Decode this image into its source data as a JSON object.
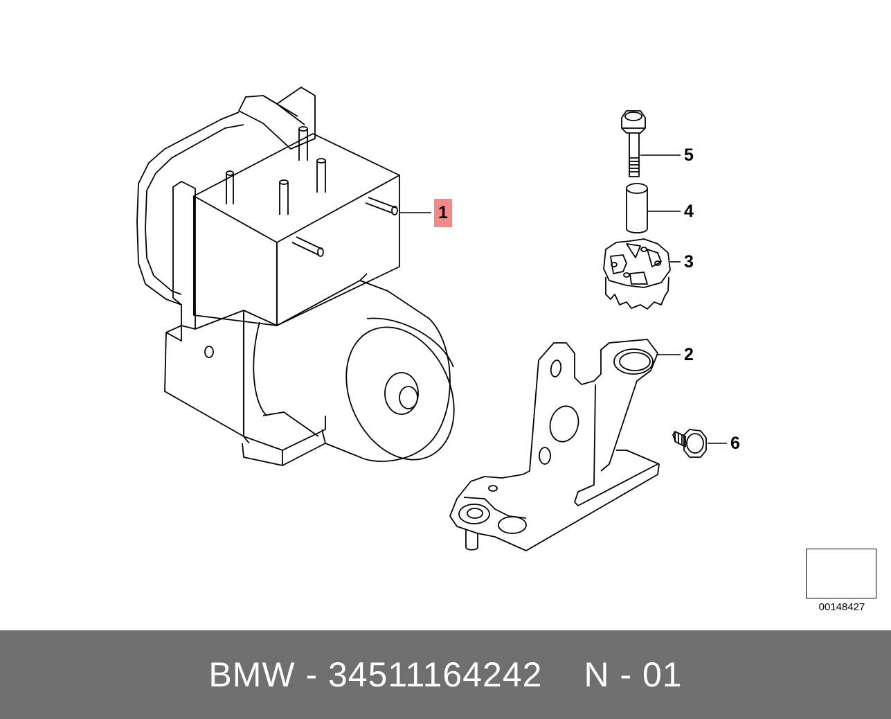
{
  "callouts": [
    {
      "id": "1",
      "highlight": true
    },
    {
      "id": "2",
      "highlight": false
    },
    {
      "id": "3",
      "highlight": false
    },
    {
      "id": "4",
      "highlight": false
    },
    {
      "id": "5",
      "highlight": false
    },
    {
      "id": "6",
      "highlight": false
    }
  ],
  "reference_code": "00148427",
  "footer": {
    "part_text": "BMW - 34511164242",
    "position_text": "N - 01"
  },
  "colors": {
    "highlight": "#f08a8a",
    "footer_bg": "#6f6f6f",
    "footer_text": "#ffffff"
  }
}
